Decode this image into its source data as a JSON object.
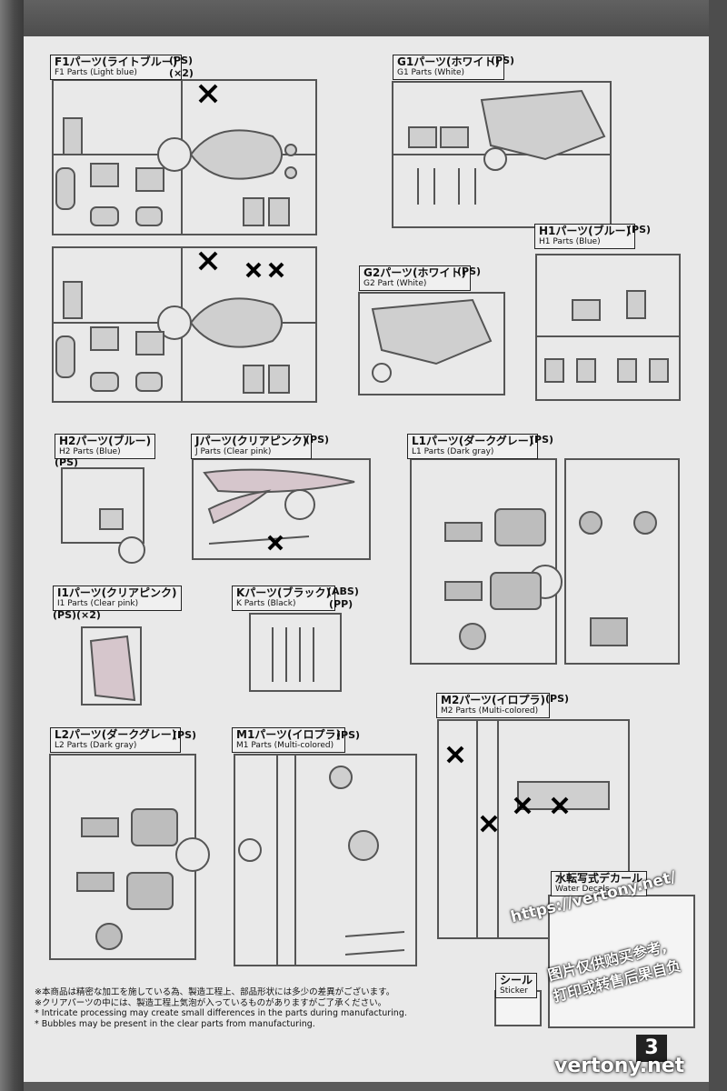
{
  "page_number": "3",
  "sections": {
    "f1": {
      "ja": "F1パーツ(ライトブルー)",
      "en": "F1 Parts (Light blue)",
      "mat": "(PS)",
      "qty": "(×2)"
    },
    "g1": {
      "ja": "G1パーツ(ホワイト)",
      "en": "G1 Parts (White)",
      "mat": "(PS)"
    },
    "h1": {
      "ja": "H1パーツ(ブルー)",
      "en": "H1 Parts (Blue)",
      "mat": "(PS)"
    },
    "g2": {
      "ja": "G2パーツ(ホワイト)",
      "en": "G2 Part (White)",
      "mat": "(PS)"
    },
    "h2": {
      "ja": "H2パーツ(ブルー)",
      "en": "H2 Parts (Blue)",
      "mat": "(PS)"
    },
    "j": {
      "ja": "Jパーツ(クリアピンク)",
      "en": "J Parts (Clear pink)",
      "mat": "(PS)"
    },
    "l1": {
      "ja": "L1パーツ(ダークグレー)",
      "en": "L1 Parts (Dark gray)",
      "mat": "(PS)"
    },
    "i1": {
      "ja": "I1パーツ(クリアピンク)",
      "en": "I1 Parts (Clear pink)",
      "mat": "(PS)",
      "qty": "(×2)"
    },
    "k": {
      "ja": "Kパーツ(ブラック)",
      "en": "K Parts (Black)",
      "mat": "(ABS)",
      "mat2": "(PP)"
    },
    "m2": {
      "ja": "M2パーツ(イロプラ)",
      "en": "M2 Parts (Multi-colored)",
      "mat": "(PS)"
    },
    "l2": {
      "ja": "L2パーツ(ダークグレー)",
      "en": "L2 Parts (Dark gray)",
      "mat": "(PS)"
    },
    "m1": {
      "ja": "M1パーツ(イロプラ)",
      "en": "M1 Parts (Multi-colored)",
      "mat": "(PS)"
    },
    "decal": {
      "ja": "水転写式デカール",
      "en": "Water Decals"
    },
    "sticker": {
      "ja": "シール",
      "en": "Sticker"
    }
  },
  "notes": [
    "※本商品は精密な加工を施している為、製造工程上、部品形状には多少の差異がございます。",
    "※クリアパーツの中には、製造工程上気泡が入っているものがありますがご了承ください。",
    "* Intricate processing may create small differences in the parts during manufacturing.",
    "* Bubbles may be present in the clear parts from manufacturing."
  ],
  "watermark": {
    "line1": "https://vertony.net/",
    "line2": "图片仅供购买参考,",
    "line3": "打印或转售后果自负",
    "site": "vertony.net"
  },
  "colors": {
    "sheet": "#e9e9e9",
    "runner": "#bdbdbd",
    "line": "#555555",
    "ink": "#111111"
  }
}
